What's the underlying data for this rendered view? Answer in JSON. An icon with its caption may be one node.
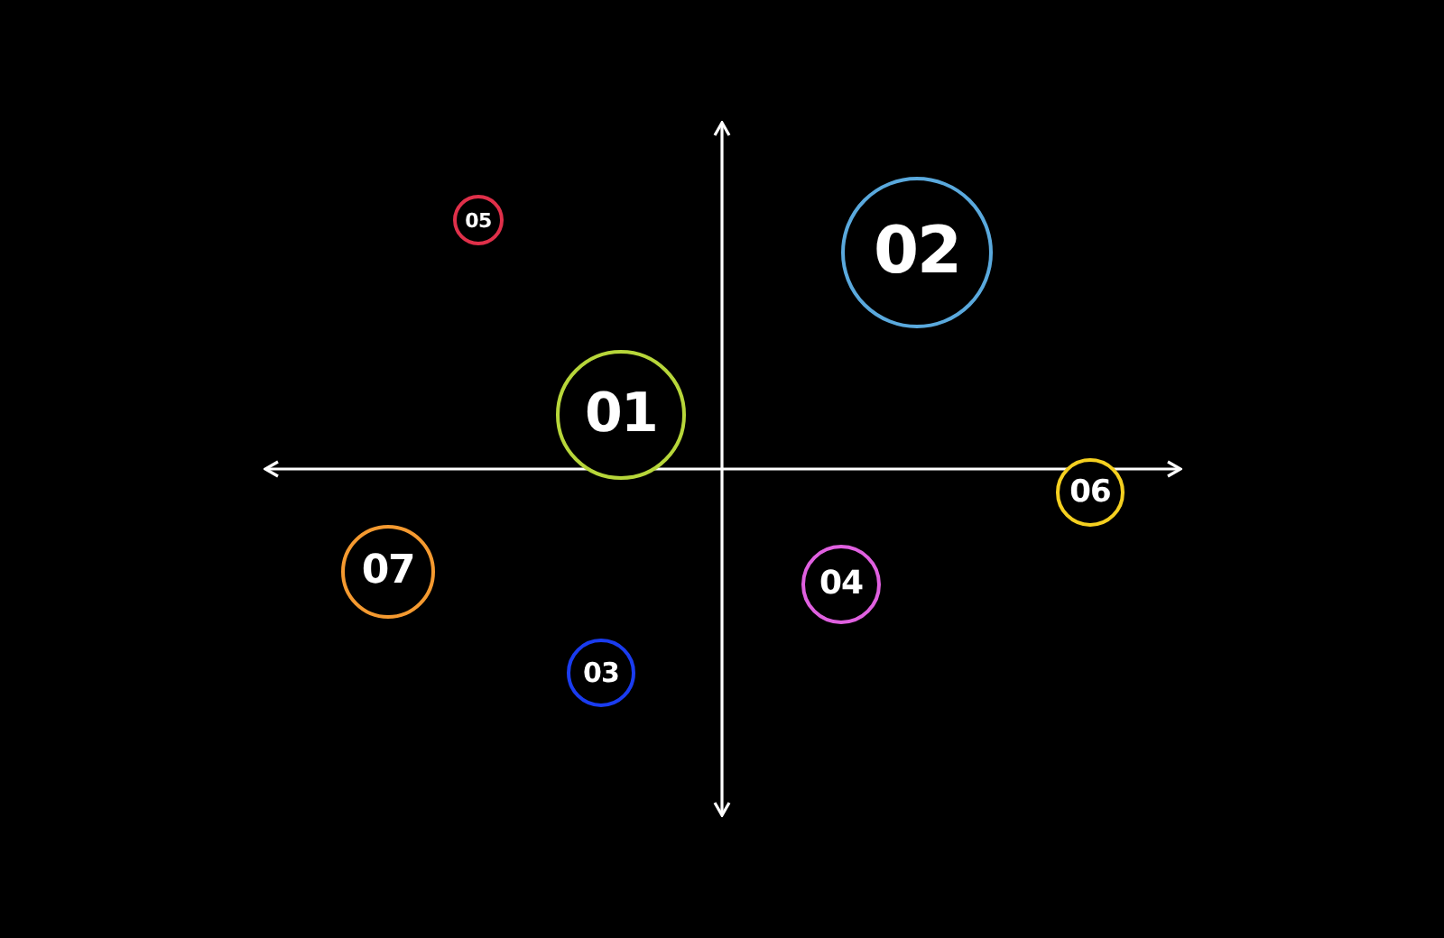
{
  "diagram": {
    "nodes": [
      {
        "text": [
          "05"
        ]
      },
      {
        "text": [
          "02"
        ]
      },
      {
        "text": [
          "01"
        ]
      },
      {
        "text": [
          "06"
        ]
      },
      {
        "text": [
          "07"
        ]
      },
      {
        "text": [
          "04"
        ]
      },
      {
        "text": [
          "03"
        ]
      }
    ]
  }
}
